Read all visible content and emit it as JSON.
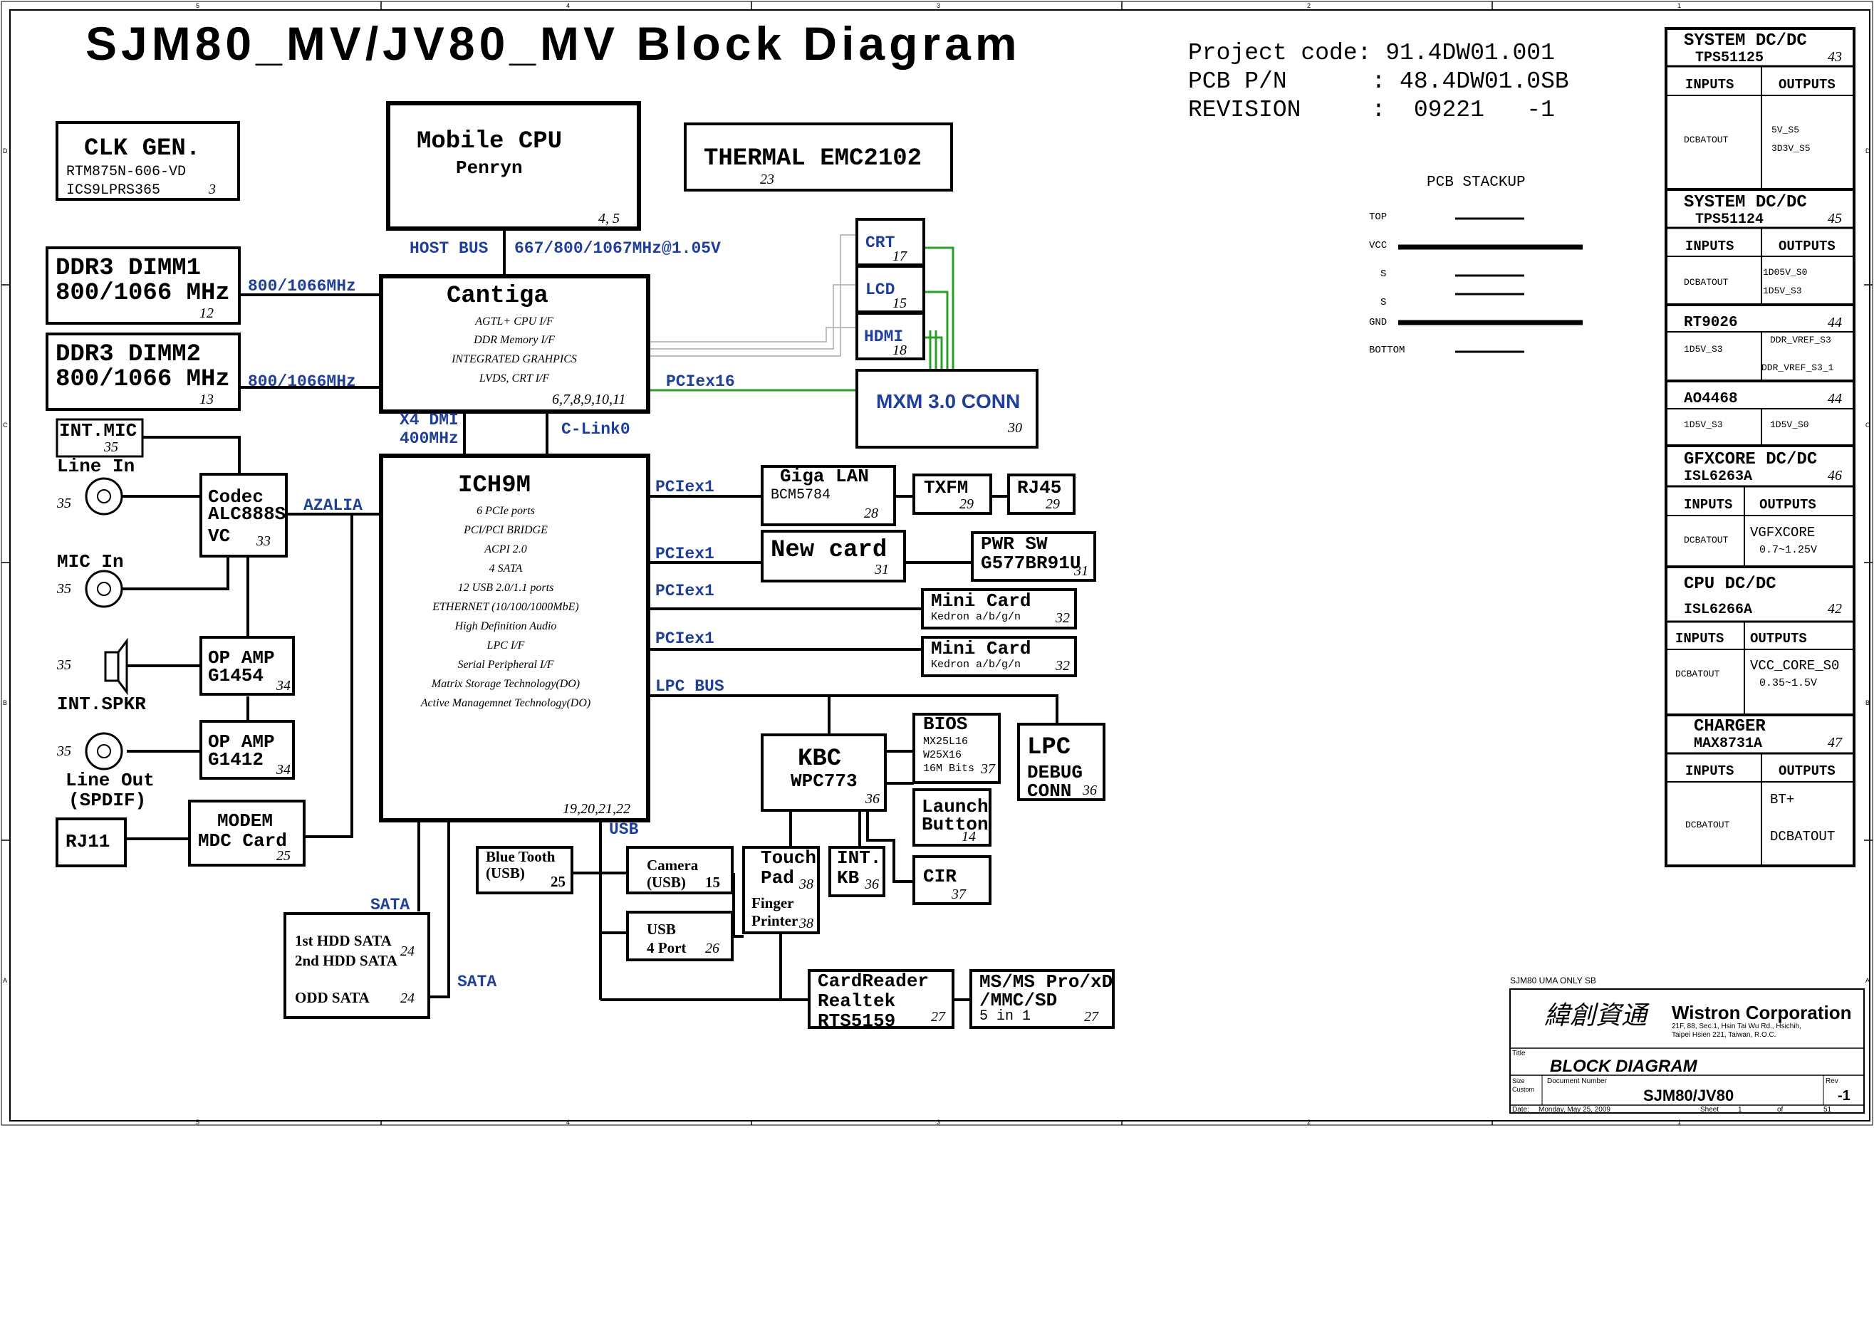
{
  "title": "SJM80_MV/JV80_MV  Block Diagram",
  "project": {
    "line1": "Project code: 91.4DW01.001",
    "line2": "PCB P/N      : 48.4DW01.0SB",
    "line3": "REVISION     :  09221   -1"
  },
  "blocks": {
    "clk": {
      "l1": "CLK GEN.",
      "l2": "RTM875N-606-VD",
      "l3": "ICS9LPRS365",
      "num": "3"
    },
    "cpu": {
      "l1": "Mobile CPU",
      "l2": "Penryn",
      "num": "4, 5"
    },
    "thermal": {
      "l1": "THERMAL EMC2102",
      "num": "23"
    },
    "dimm1": {
      "l1": "DDR3 DIMM1",
      "l2": "800/1066 MHz",
      "num": "12"
    },
    "dimm2": {
      "l1": "DDR3 DIMM2",
      "l2": "800/1066 MHz",
      "num": "13"
    },
    "cantiga": {
      "name": "Cantiga",
      "f1": "AGTL+ CPU I/F",
      "f2": "DDR Memory I/F",
      "f3": "INTEGRATED GRAHPICS",
      "f4": "LVDS, CRT I/F",
      "num": "6,7,8,9,10,11"
    },
    "crt": {
      "l1": "CRT",
      "num": "17"
    },
    "lcd": {
      "l1": "LCD",
      "num": "15"
    },
    "hdmi": {
      "l1": "HDMI",
      "num": "18"
    },
    "mxm": {
      "l1": "MXM 3.0 CONN",
      "num": "30"
    },
    "intmic": {
      "l1": "INT.MIC",
      "num": "35"
    },
    "codec": {
      "l1": "Codec",
      "l2": "ALC888S",
      "l3": "VC",
      "num": "33"
    },
    "ich": {
      "name": "ICH9M",
      "f1": "6 PCIe ports",
      "f2": "PCI/PCI BRIDGE",
      "f3": "ACPI 2.0",
      "f4": "4 SATA",
      "f5": "12 USB 2.0/1.1 ports",
      "f6": "ETHERNET (10/100/1000MbE)",
      "f7": "High Definition Audio",
      "f8": "LPC I/F",
      "f9": "Serial Peripheral I/F",
      "f10": "Matrix Storage Technology(DO)",
      "f11": "Active Managemnet Technology(DO)",
      "num": "19,20,21,22"
    },
    "lan": {
      "l1": "Giga LAN",
      "l2": "BCM5784",
      "num": "28"
    },
    "txfm": {
      "l1": "TXFM",
      "num": "29"
    },
    "rj45": {
      "l1": "RJ45",
      "num": "29"
    },
    "newcard": {
      "l1": "New card",
      "num": "31"
    },
    "pwrsw": {
      "l1": "PWR SW",
      "l2": "G577BR91U",
      "num": "31"
    },
    "mini1": {
      "l1": "Mini Card",
      "l2": "Kedron  a/b/g/n",
      "num": "32"
    },
    "mini2": {
      "l1": "Mini Card",
      "l2": "Kedron  a/b/g/n",
      "num": "32"
    },
    "opamp1": {
      "l1": "OP AMP",
      "l2": "G1454",
      "num": "34"
    },
    "opamp2": {
      "l1": "OP AMP",
      "l2": "G1412",
      "num": "34"
    },
    "modem": {
      "l1": "MODEM",
      "l2": "MDC Card",
      "num": "25"
    },
    "rj11": {
      "l1": "RJ11"
    },
    "kbc": {
      "l1": "KBC",
      "l2": "WPC773",
      "num": "36"
    },
    "bios": {
      "l1": "BIOS",
      "l2": "MX25L16",
      "l3": "W25X16",
      "l4": "16M Bits",
      "num": "37"
    },
    "lpcdbg": {
      "l1": "LPC",
      "l2": "DEBUG",
      "l3": "CONN",
      "num": "36"
    },
    "launch": {
      "l1": "Launch",
      "l2": "Button",
      "num": "14"
    },
    "cir": {
      "l1": "CIR",
      "num": "37"
    },
    "bt": {
      "l1": "Blue Tooth",
      "l2": "(USB)",
      "num": "25"
    },
    "camera": {
      "l1": "Camera",
      "l2": "(USB)",
      "num": "15"
    },
    "usb4": {
      "l1": "USB",
      "l2": "4 Port",
      "num": "26"
    },
    "touch": {
      "l1": "Touch",
      "l2": "Pad",
      "num": "38",
      "l3": "Finger",
      "l4": "Printer",
      "num2": "38"
    },
    "intkb": {
      "l1": "INT.",
      "l2": "KB",
      "num": "36"
    },
    "hdd": {
      "l1": "1st HDD SATA",
      "l2": "2nd HDD SATA",
      "l3": "ODD SATA",
      "num": "24",
      "num2": "24"
    },
    "cardreader": {
      "l1": "CardReader",
      "l2": "Realtek",
      "l3": "RTS5159",
      "num": "27"
    },
    "ms": {
      "l1": "MS/MS Pro/xD",
      "l2": "/MMC/SD",
      "l3": "5 in 1",
      "num": "27"
    }
  },
  "jacks": {
    "linein": {
      "label": "Line In",
      "num": "35"
    },
    "micin": {
      "label": "MIC In",
      "num": "35"
    },
    "spkr": {
      "label": "INT.SPKR",
      "num": "35"
    },
    "lineout": {
      "label": "Line Out",
      "label2": "(SPDIF)",
      "num": "35"
    }
  },
  "buses": {
    "host": "HOST BUS",
    "hostfreq": "667/800/1067MHz@1.05V",
    "ddr1": "800/1066MHz",
    "ddr2": "800/1066MHz",
    "pciex16": "PCIex16",
    "dmi1": "X4 DMI",
    "dmi2": "400MHz",
    "clink": "C-Link0",
    "azalia": "AZALIA",
    "pciex1a": "PCIex1",
    "pciex1b": "PCIex1",
    "pciex1c": "PCIex1",
    "pciex1d": "PCIex1",
    "lpc": "LPC BUS",
    "usb": "USB",
    "sata1": "SATA",
    "sata2": "SATA"
  },
  "stackup": {
    "title": "PCB STACKUP",
    "layers": [
      "TOP",
      "VCC",
      "S",
      "S",
      "GND",
      "BOTTOM"
    ]
  },
  "power": [
    {
      "name": "SYSTEM DC/DC",
      "chip": "TPS51125",
      "num": "43",
      "in": "INPUTS",
      "out": "OUTPUTS",
      "i": "DCBATOUT",
      "o1": "5V_S5",
      "o2": "3D3V_S5"
    },
    {
      "name": "SYSTEM DC/DC",
      "chip": "TPS51124",
      "num": "45",
      "in": "INPUTS",
      "out": "OUTPUTS",
      "i": "DCBATOUT",
      "o1": "1D05V_S0",
      "o2": "1D5V_S3"
    },
    {
      "name": "RT9026",
      "num": "44",
      "i": "1D5V_S3",
      "o1": "DDR_VREF_S3",
      "o2": "DDR_VREF_S3_1"
    },
    {
      "name": "AO4468",
      "num": "44",
      "i": "1D5V_S3",
      "o1": "1D5V_S0"
    },
    {
      "name": "GFXCORE DC/DC",
      "chip": "ISL6263A",
      "num": "46",
      "in": "INPUTS",
      "out": "OUTPUTS",
      "i": "DCBATOUT",
      "o1": "VGFXCORE",
      "o2": "0.7~1.25V"
    },
    {
      "name": "CPU DC/DC",
      "chip": "ISL6266A",
      "num": "42",
      "in": "INPUTS",
      "out": "OUTPUTS",
      "i": "DCBATOUT",
      "o1": "VCC_CORE_S0",
      "o2": "0.35~1.5V"
    },
    {
      "name": "CHARGER",
      "chip": "MAX8731A",
      "num": "47",
      "in": "INPUTS",
      "out": "OUTPUTS",
      "i": "DCBATOUT",
      "o1": "BT+",
      "o2": "DCBATOUT"
    }
  ],
  "titleblock": {
    "note": "SJM80 UMA ONLY SB",
    "chinese": "緯創資通",
    "company": "Wistron Corporation",
    "addr1": "21F, 88, Sec.1, Hsin Tai Wu Rd., Hsichih,",
    "addr2": "Taipei Hsien 221, Taiwan, R.O.C.",
    "title_lbl": "Title",
    "title": "BLOCK DIAGRAM",
    "size_lbl": "Size",
    "custom_lbl": "Custom",
    "docnum_lbl": "Document Number",
    "doc": "SJM80/JV80",
    "rev_lbl": "Rev",
    "rev": "-1",
    "date_lbl": "Date:",
    "date": "Monday, May 25, 2009",
    "sheet_lbl": "Sheet",
    "sheet": "1",
    "of_lbl": "of",
    "of": "51"
  },
  "frame": {
    "cols": [
      "5",
      "4",
      "3",
      "2",
      "1"
    ],
    "rows": [
      "D",
      "C",
      "B",
      "A"
    ]
  }
}
